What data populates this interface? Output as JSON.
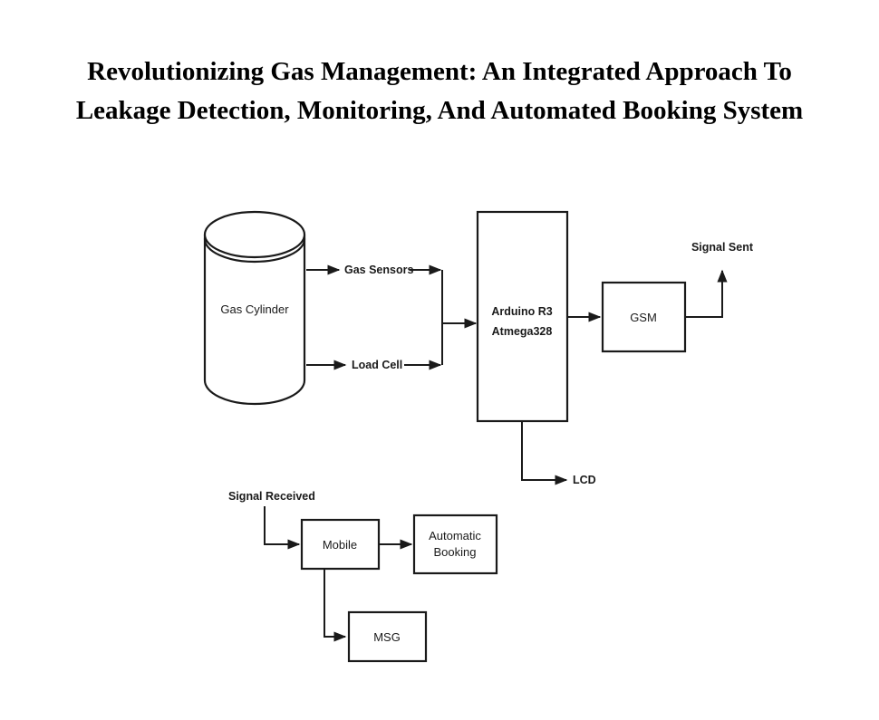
{
  "title": {
    "line1": "Revolutionizing Gas Management: An Integrated Approach To",
    "line2": "Leakage Detection, Monitoring, And Automated Booking System"
  },
  "diagram": {
    "nodes": {
      "gas_cylinder": "Gas Cylinder",
      "arduino_line1": "Arduino R3",
      "arduino_line2": "Atmega328",
      "gsm": "GSM",
      "mobile": "Mobile",
      "automatic_booking_line1": "Automatic",
      "automatic_booking_line2": "Booking",
      "msg": "MSG"
    },
    "labels": {
      "gas_sensors": "Gas Sensors",
      "load_cell": "Load Cell",
      "signal_sent": "Signal Sent",
      "lcd": "LCD",
      "signal_received": "Signal Received"
    },
    "edges": [
      {
        "from": "Gas Cylinder",
        "to": "Gas Sensors"
      },
      {
        "from": "Gas Cylinder",
        "to": "Load Cell"
      },
      {
        "from": "Gas Sensors",
        "to": "Arduino R3 Atmega328"
      },
      {
        "from": "Load Cell",
        "to": "Arduino R3 Atmega328"
      },
      {
        "from": "Arduino R3 Atmega328",
        "to": "GSM"
      },
      {
        "from": "GSM",
        "to": "Signal Sent"
      },
      {
        "from": "Arduino R3 Atmega328",
        "to": "LCD"
      },
      {
        "from": "Signal Received",
        "to": "Mobile"
      },
      {
        "from": "Mobile",
        "to": "Automatic Booking"
      },
      {
        "from": "Mobile",
        "to": "MSG"
      }
    ]
  }
}
